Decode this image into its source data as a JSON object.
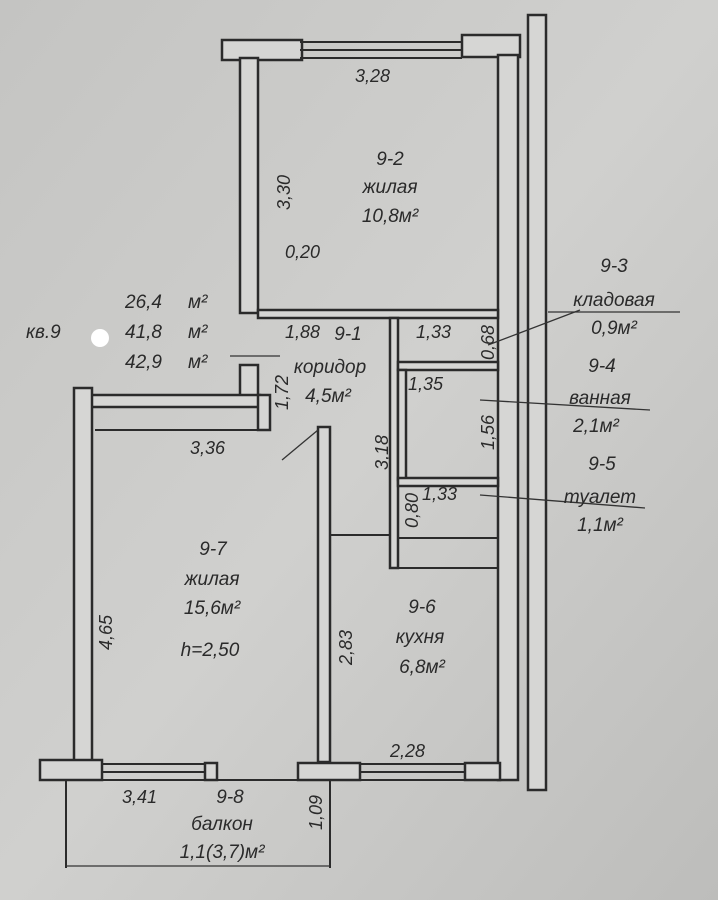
{
  "summary": {
    "living_area": "26,4",
    "prefix": "кв.9",
    "total_area": "41,8",
    "total_with_balcony": "42,9",
    "unit": "м²"
  },
  "rooms": [
    {
      "id": "9-1",
      "name": "коридор",
      "area": "4,5м²"
    },
    {
      "id": "9-2",
      "name": "жилая",
      "area": "10,8м²"
    },
    {
      "id": "9-3",
      "name": "кладовая",
      "area": "0,9м²"
    },
    {
      "id": "9-4",
      "name": "ванная",
      "area": "2,1м²"
    },
    {
      "id": "9-5",
      "name": "туалет",
      "area": "1,1м²"
    },
    {
      "id": "9-6",
      "name": "кухня",
      "area": "6,8м²"
    },
    {
      "id": "9-7",
      "name": "жилая",
      "area": "15,6м²",
      "height": "h=2,50"
    },
    {
      "id": "9-8",
      "name": "балкон",
      "area": "1,1(3,7)м²"
    }
  ],
  "dimensions": {
    "d328": "3,28",
    "d330": "3,30",
    "d020": "0,20",
    "d188": "1,88",
    "d133a": "1,33",
    "d068": "0,68",
    "d172": "1,72",
    "d135": "1,35",
    "d156": "1,56",
    "d318": "3,18",
    "d336": "3,36",
    "d133b": "1,33",
    "d080": "0,80",
    "d465": "4,65",
    "d283": "2,83",
    "d228": "2,28",
    "d341": "3,41",
    "d109": "1,09"
  }
}
